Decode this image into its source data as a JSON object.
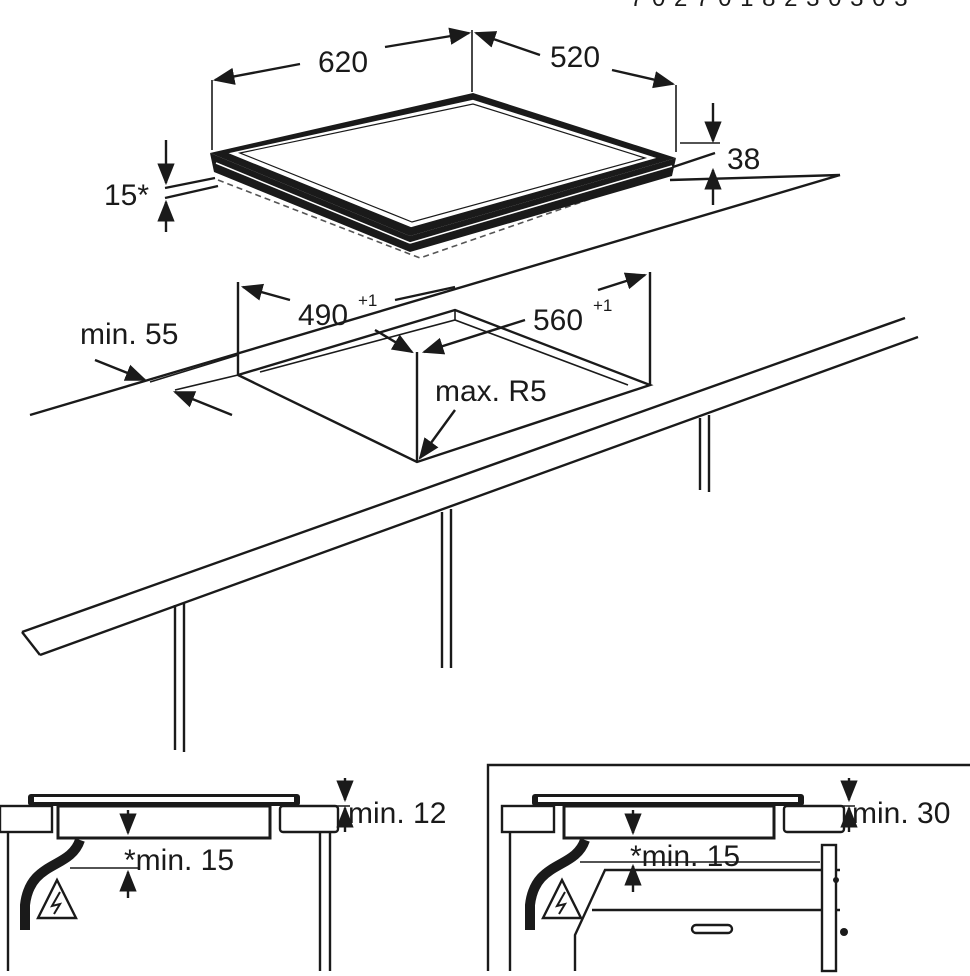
{
  "header_fragment": "7 0 2 7 0 1 8 2 3 0 3 0 3",
  "hob": {
    "width": "620",
    "depth": "520",
    "height": "38",
    "edge_offset": "15*"
  },
  "cutout": {
    "width_value": "490",
    "width_tolerance": "+1",
    "depth_value": "560",
    "depth_tolerance": "+1",
    "front_distance": "min. 55",
    "corner_radius": "max. R5"
  },
  "detail_left": {
    "top_clearance": "min. 12",
    "bottom_clearance": "*min. 15"
  },
  "detail_right": {
    "top_clearance": "min. 30",
    "bottom_clearance": "*min. 15"
  }
}
